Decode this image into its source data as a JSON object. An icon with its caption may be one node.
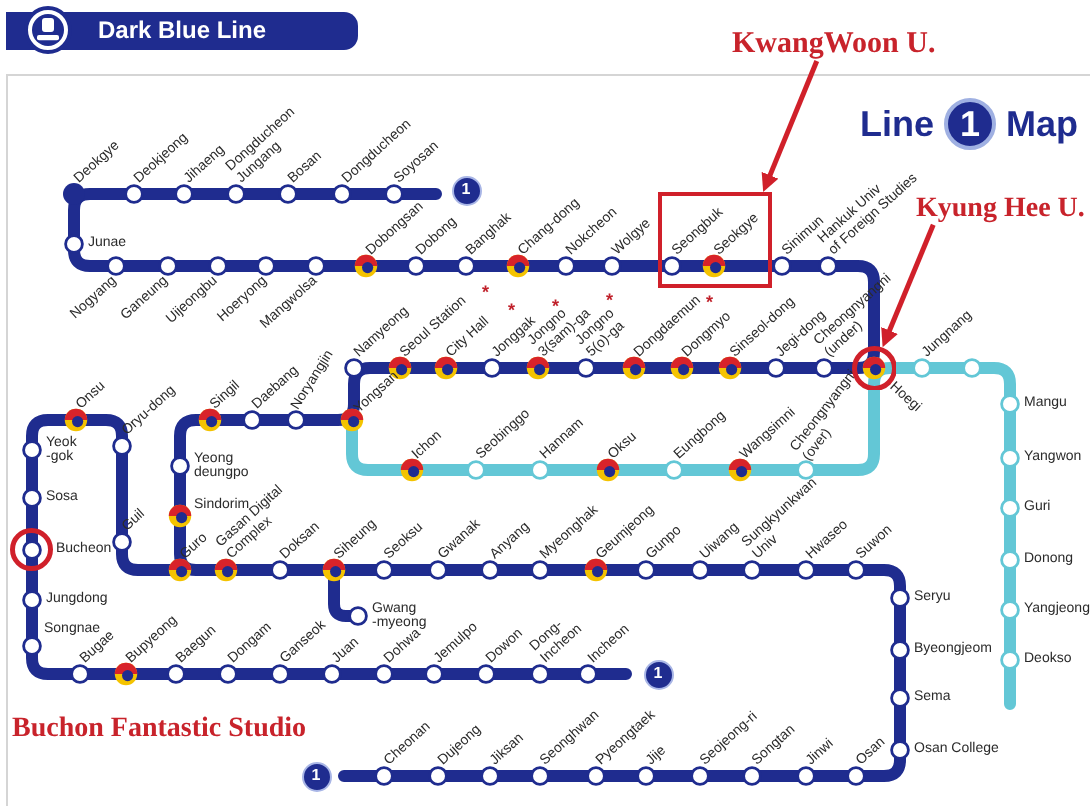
{
  "diagram": {
    "title": "Dark Blue Line",
    "nodes": [
      {
        "text": [
          "KwangWoon U."
        ]
      },
      {
        "text": [],
        "shape": "box"
      },
      {
        "text": [
          "Kyung Hee U."
        ]
      },
      {
        "text": [],
        "shape": "circle"
      },
      {
        "text": [],
        "shape": "circle"
      }
    ],
    "edges": [
      {
        "from": 0,
        "to": 1,
        "arrow": "to"
      },
      {
        "from": 2,
        "to": 3,
        "arrow": "to"
      }
    ],
    "labels": [
      "Deokgye",
      "Deokjeong",
      "Jihaeng",
      "Dongducheon Jungang",
      "Bosan",
      "Dongducheon",
      "Soyosan",
      "1",
      "Line 1 Map",
      "Junae",
      "Dobongsan",
      "Dobong",
      "Banghak",
      "Chang-dong",
      "Nokcheon",
      "Wolgye",
      "Seongbuk",
      "Seokgye",
      "Sinimun",
      "Hankuk Univ of Foreign Studies",
      "Nogyang",
      "Ganeung",
      "Uijeongbu",
      "Hoeryong",
      "Mangwolsa",
      "Namyeong",
      "Seoul Station",
      "City Hall",
      "*",
      "Jonggak",
      "*",
      "Jongno 3(sam)-ga",
      "*",
      "Jongno 5(o)-ga",
      "*",
      "Dongdaemun",
      "Dongmyo",
      "*",
      "Sinseol-dong",
      "Jegi-dong",
      "Cheongnyangni (under)",
      "Jungnang",
      "Onsu",
      "Oryu-dong",
      "Singil",
      "Daebang",
      "Noryangjin",
      "Yongsan",
      "Hoegi",
      "Mangu",
      "Yeok -gok",
      "Yeong deungpo",
      "Ichon",
      "Seobinggo",
      "Hannam",
      "Oksu",
      "Eungbong",
      "Wangsimni",
      "Cheongnyangni (over)",
      "Yangwon",
      "Sosa",
      "Guil",
      "Sindorim",
      "Guri",
      "Bucheon",
      "Guro",
      "Gasan Digital Complex",
      "Doksan",
      "Siheung",
      "Seoksu",
      "Gwanak",
      "Anyang",
      "Myeonghak",
      "Geumjeong",
      "Gunpo",
      "Uiwang",
      "Sungkyunkwan Univ",
      "Hwaseo",
      "Suwon",
      "Donong",
      "Jungdong",
      "Gwang -myeong",
      "Seryu",
      "Yangjeong",
      "Songnae",
      "Bugae",
      "Bupyeong",
      "Baegun",
      "Dongam",
      "Ganseok",
      "Juan",
      "Dohwa",
      "Jemulpo",
      "Dowon",
      "Dong- Incheon",
      "Incheon",
      "1",
      "Byeongjeom",
      "Deokso",
      "Sema",
      "Buchon Fantastic Studio",
      "1",
      "Cheonan",
      "Dujeong",
      "Jiksan",
      "Seonghwan",
      "Pyeongtaek",
      "Jije",
      "Seojeong-ri",
      "Songtan",
      "Jinwi",
      "Osan",
      "Osan College"
    ]
  }
}
